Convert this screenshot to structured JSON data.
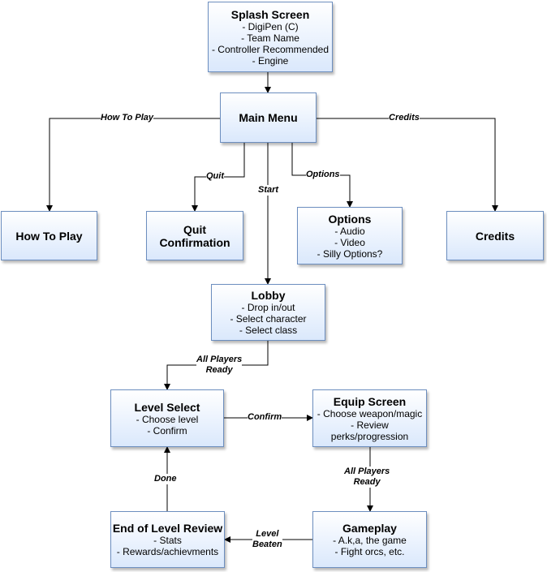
{
  "nodes": {
    "splash": {
      "title": "Splash Screen",
      "lines": [
        "- DigiPen (C)",
        "- Team Name",
        "- Controller Recommended",
        "- Engine"
      ]
    },
    "main_menu": {
      "title": "Main Menu"
    },
    "how_to_play": {
      "title": "How To Play"
    },
    "quit_confirmation": {
      "title": "Quit Confirmation"
    },
    "options": {
      "title": "Options",
      "lines": [
        "- Audio",
        "- Video",
        "- Silly Options?"
      ]
    },
    "credits": {
      "title": "Credits"
    },
    "lobby": {
      "title": "Lobby",
      "lines": [
        "- Drop in/out",
        "- Select character",
        "- Select class"
      ]
    },
    "level_select": {
      "title": "Level Select",
      "lines": [
        "- Choose level",
        "- Confirm"
      ]
    },
    "equip_screen": {
      "title": "Equip Screen",
      "lines": [
        "- Choose weapon/magic",
        "- Review",
        "perks/progression"
      ]
    },
    "gameplay": {
      "title": "Gameplay",
      "lines": [
        "- A.k,a, the game",
        "- Fight orcs, etc."
      ]
    },
    "end_of_level_review": {
      "title": "End of Level Review",
      "lines": [
        "- Stats",
        "- Rewards/achievments"
      ]
    }
  },
  "edges": {
    "how_to_play": "How To Play",
    "credits": "Credits",
    "quit": "Quit",
    "options": "Options",
    "start": "Start",
    "all_players_ready_1": "All Players\nReady",
    "confirm": "Confirm",
    "all_players_ready_2": "All Players\nReady",
    "level_beaten": "Level\nBeaten",
    "done": "Done"
  },
  "colors": {
    "node_border": "#6c8ebf",
    "node_fill_top": "#ffffff",
    "node_fill_bottom": "#dae8fc",
    "edge": "#000000"
  }
}
